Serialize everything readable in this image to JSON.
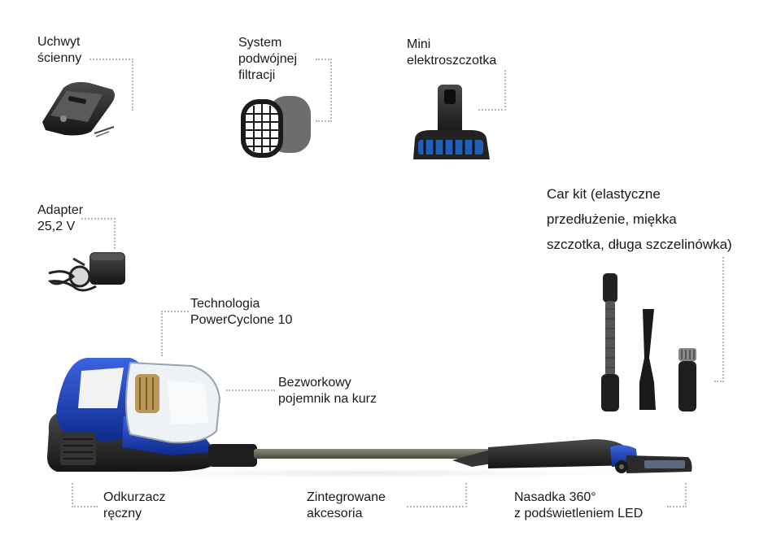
{
  "labels": {
    "wall_mount": "Uchwyt\nścienny",
    "filter": "System\npodwójnej\nfiltracji",
    "mini_brush": "Mini\nelektroszczotka",
    "adapter": "Adapter\n25,2 V",
    "car_kit": "Car kit (elastyczne\nprzedłużenie, miękka\nszczotka, długa szczelinówka)",
    "cyclone": "Technologia\nPowerCyclone 10",
    "bin": "Bezworkowy\npojemnik na kurz",
    "handheld": "Odkurzacz\nręczny",
    "accessories": "Zintegrowane\nakcesoria",
    "nozzle": "Nasadka 360°\nz podświetleniem LED"
  },
  "colors": {
    "accent_blue": "#1c3fb8",
    "dark": "#2a2a2a",
    "leader": "#b8b8b8"
  }
}
